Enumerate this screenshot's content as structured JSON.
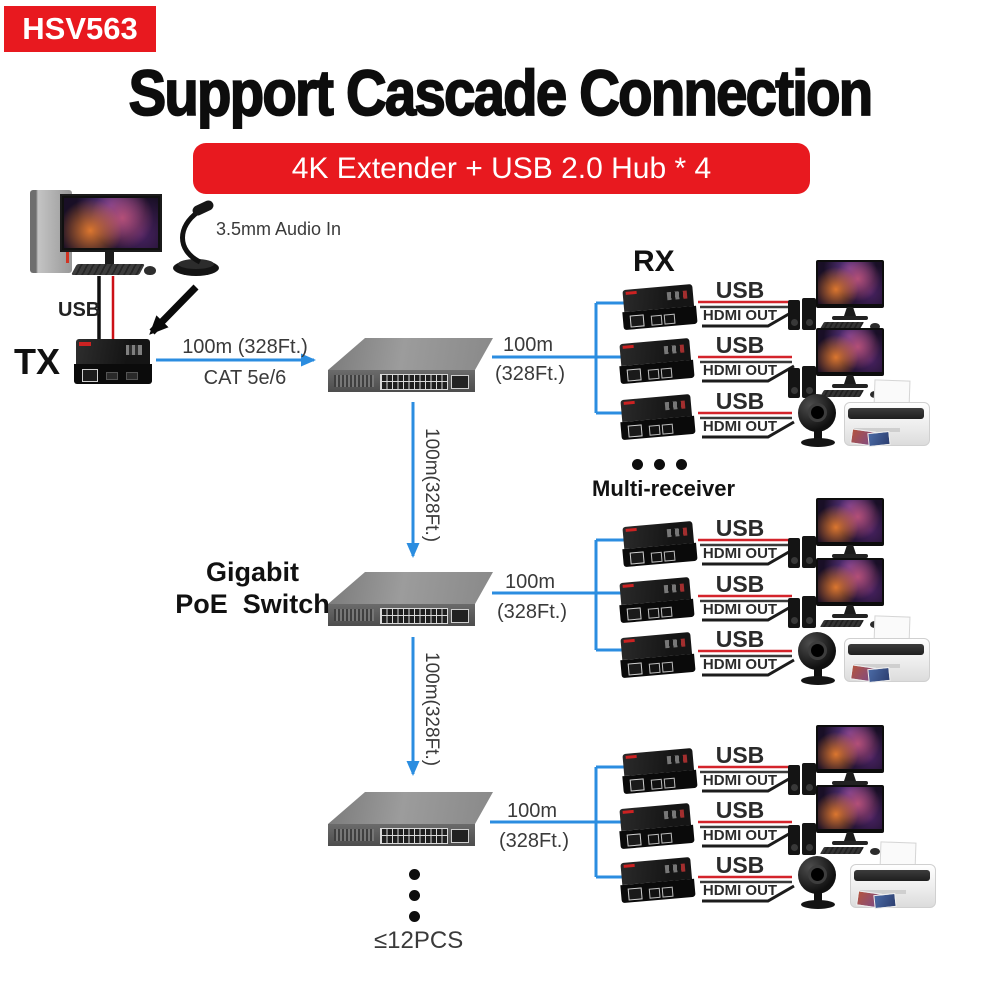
{
  "badge": {
    "label": "HSV563"
  },
  "header": {
    "title": "Support Cascade Connection",
    "subtitle": "4K Extender + USB 2.0 Hub * 4"
  },
  "source": {
    "tx_label": "TX",
    "usb_label": "USB",
    "audio_label": "3.5mm Audio In",
    "link_top": "100m (328Ft.)",
    "link_bottom": "CAT 5e/6"
  },
  "switches": {
    "label_line1": "Gigabit",
    "label_line2": "PoE  Switch",
    "cascade_link_label": "100m(328Ft.)",
    "branch_link_top": "100m",
    "branch_link_bottom": "(328Ft.)"
  },
  "receivers": {
    "rx_label": "RX",
    "usb_label": "USB",
    "hdmi_label": "HDMI OUT",
    "multi_receiver_label": "Multi-receiver"
  },
  "footer": {
    "max_label": "≤12PCS"
  },
  "colors": {
    "accent_red": "#e8191f",
    "line_blue": "#2b8de0",
    "usb_line_red": "#d4242b",
    "hdmi_line_dark": "#3a3a3a"
  }
}
